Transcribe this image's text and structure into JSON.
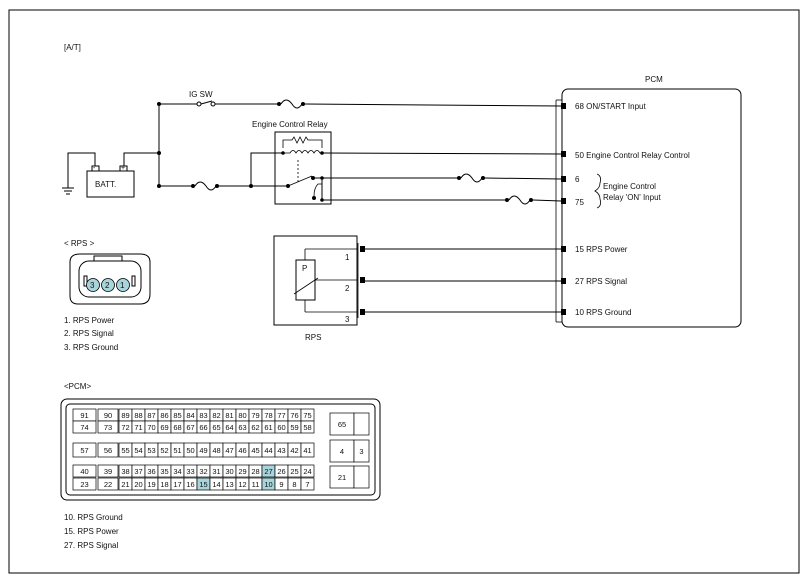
{
  "labels": {
    "variant": "[A/T]",
    "ig_sw": "IG SW",
    "relay": "Engine Control Relay",
    "batt": "BATT.",
    "batt_minus": "-",
    "batt_plus": "+",
    "pcm_title": "PCM",
    "relay_on_line1": "Engine Control",
    "relay_on_line2": "Relay 'ON' Input",
    "rps_header": "< RPS    >",
    "rps": "RPS",
    "sensor_p": "P",
    "pcm_header": "<PCM>"
  },
  "pcm_pins": [
    {
      "label": "68  ON/START Input"
    },
    {
      "label": "50 Engine Control Relay Control"
    },
    {
      "label": "6"
    },
    {
      "label": "75"
    },
    {
      "label": "15 RPS Power"
    },
    {
      "label": "27 RPS Signal"
    },
    {
      "label": "10 RPS Ground"
    }
  ],
  "rps_pins": [
    "1",
    "2",
    "3"
  ],
  "rps_connector_pins": [
    "3",
    "2",
    "1"
  ],
  "rps_legend": [
    "1.  RPS Power",
    "2.  RPS Signal",
    "3. RPS Ground"
  ],
  "pcm_legend": [
    "10. RPS Ground",
    "15.   RPS Power",
    "27.   RPS Signal"
  ],
  "pcm_connector": {
    "rows": [
      [
        "91",
        "90",
        "89",
        "88",
        "87",
        "86",
        "85",
        "84",
        "83",
        "82",
        "81",
        "80",
        "79",
        "78",
        "77",
        "76",
        "75"
      ],
      [
        "74",
        "73",
        "72",
        "71",
        "70",
        "69",
        "68",
        "67",
        "66",
        "65",
        "64",
        "63",
        "62",
        "61",
        "60",
        "59",
        "58"
      ],
      [
        "57",
        "56",
        "55",
        "54",
        "53",
        "52",
        "51",
        "50",
        "49",
        "48",
        "47",
        "46",
        "45",
        "44",
        "43",
        "42",
        "41"
      ],
      [
        "40",
        "39",
        "38",
        "37",
        "36",
        "35",
        "34",
        "33",
        "32",
        "31",
        "30",
        "29",
        "28",
        "27",
        "26",
        "25",
        "24"
      ],
      [
        "23",
        "22",
        "21",
        "20",
        "19",
        "18",
        "17",
        "16",
        "15",
        "14",
        "13",
        "12",
        "11",
        "10",
        "9",
        "8",
        "7"
      ]
    ],
    "side": [
      "65",
      "4",
      "3",
      "21"
    ],
    "highlighted": [
      "27",
      "15",
      "10"
    ],
    "highlight_color": "#a8d4dc"
  }
}
